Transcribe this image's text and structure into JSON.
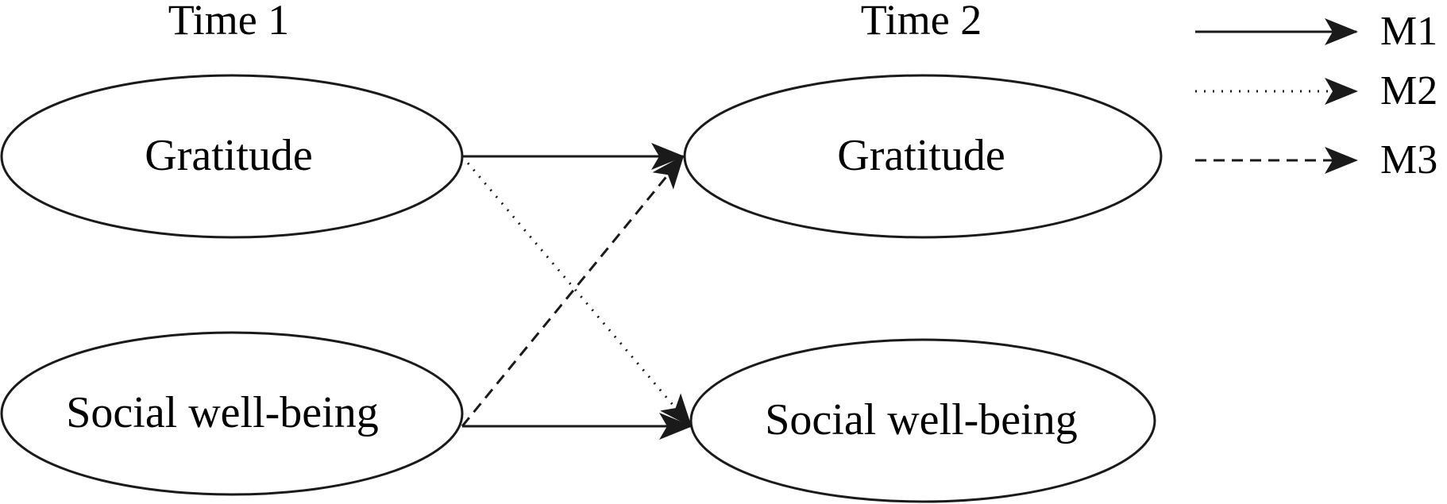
{
  "headers": {
    "time1": "Time 1",
    "time2": "Time 2"
  },
  "nodes": {
    "t1_gratitude": "Gratitude",
    "t1_social": "Social well-being",
    "t2_gratitude": "Gratitude",
    "t2_social": "Social well-being"
  },
  "legend": {
    "m1": "M1",
    "m2": "M2",
    "m3": "M3"
  },
  "line_color": "#1a1a1a"
}
